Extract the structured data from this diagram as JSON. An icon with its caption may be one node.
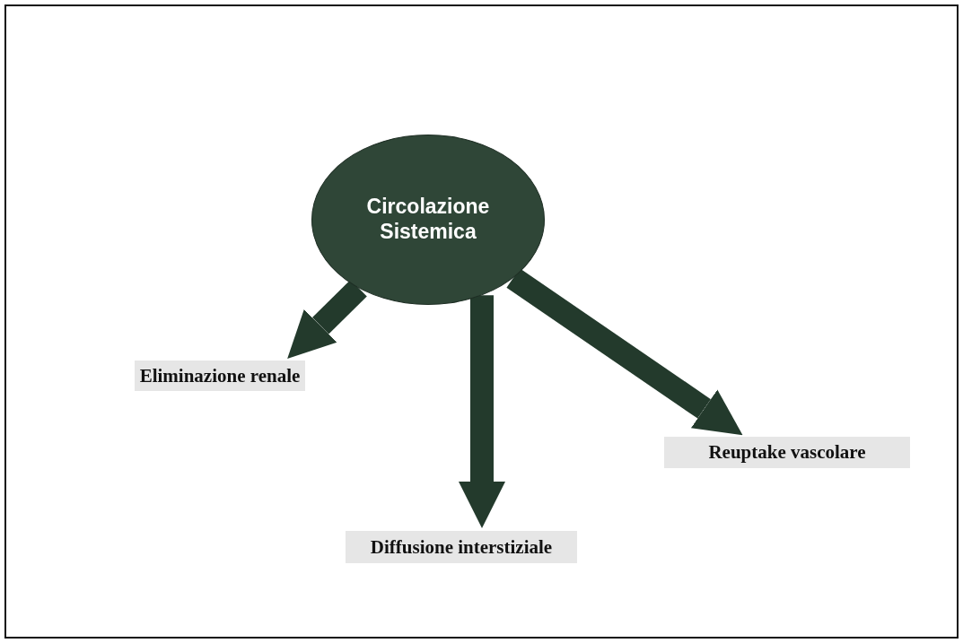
{
  "diagram": {
    "nodes": [
      {
        "text": [
          "Circolazione Sistemica"
        ]
      },
      {
        "text": [
          "Eliminazione renale"
        ]
      },
      {
        "text": [
          "Diffusione interstiziale"
        ]
      },
      {
        "text": [
          "Reuptake vascolare"
        ]
      }
    ],
    "edges": [
      {
        "from": 0,
        "to": 1,
        "arrow": "to"
      },
      {
        "from": 0,
        "to": 2,
        "arrow": "to"
      },
      {
        "from": 0,
        "to": 3,
        "arrow": "to"
      }
    ]
  }
}
